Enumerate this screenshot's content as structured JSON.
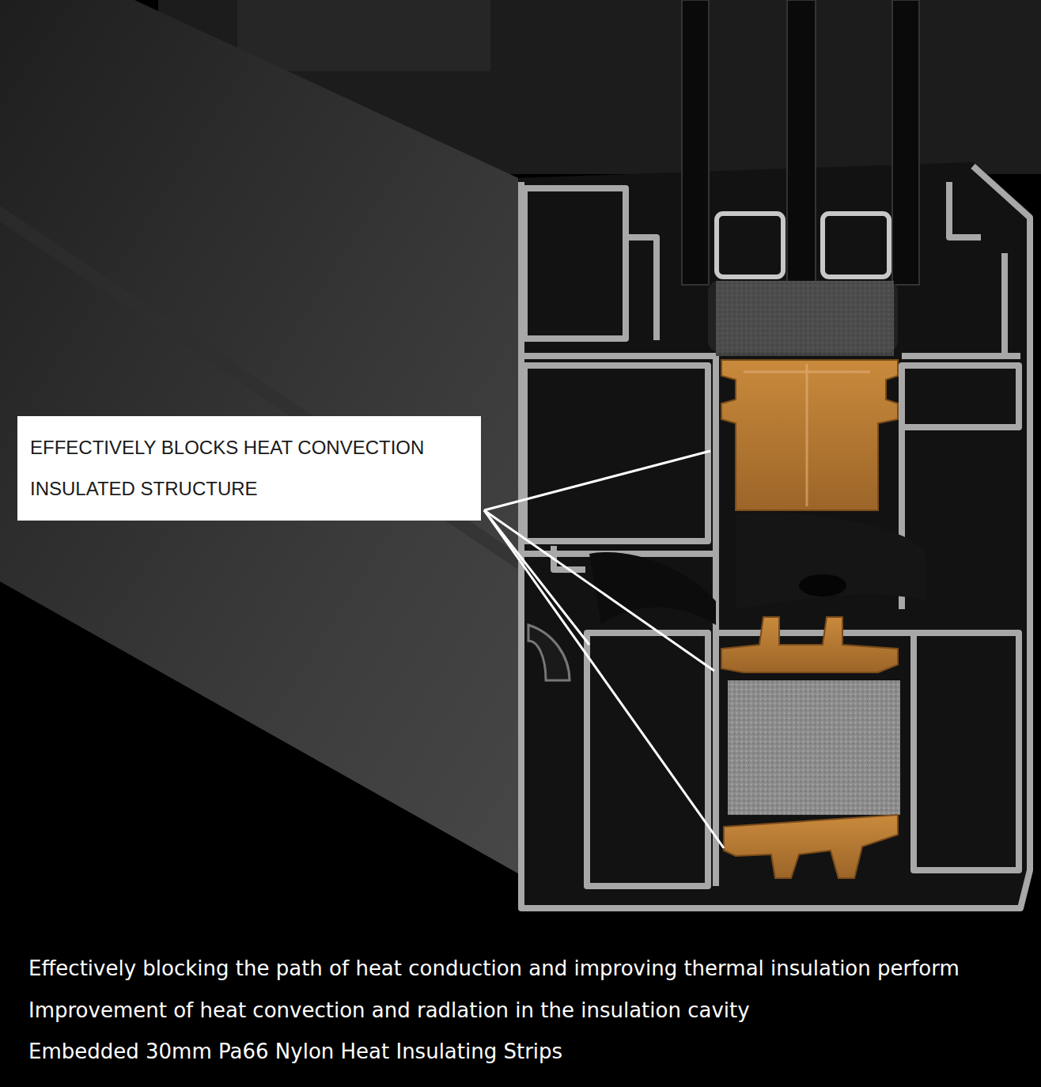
{
  "diagram": {
    "nodes": [
      {
        "text": [
          "EFFECTIVELY BLOCKS HEAT CONVECTION INSULATED STRUCTURE"
        ]
      }
    ],
    "labels": [
      "Effectively blocking the path of heat conduction and improving thermal insulation perform",
      "Improvement of heat convection and radlation in the insulation cavity",
      "Embedded 30mm Pa66 Nylon Heat Insulating Strips"
    ]
  }
}
